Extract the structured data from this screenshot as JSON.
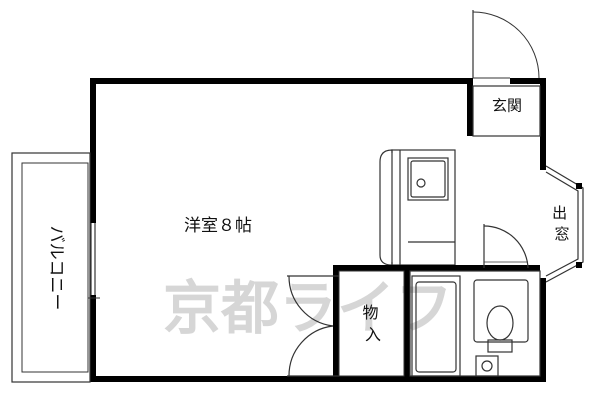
{
  "labels": {
    "main_room": "洋室８帖",
    "entrance": "玄関",
    "window": "出窓",
    "balcony": "バルコニー",
    "storage": "物入"
  },
  "watermark": "京都ライフ",
  "colors": {
    "wall": "#000000",
    "line": "#333333",
    "watermark": "#d6d6d6",
    "background": "#ffffff"
  }
}
